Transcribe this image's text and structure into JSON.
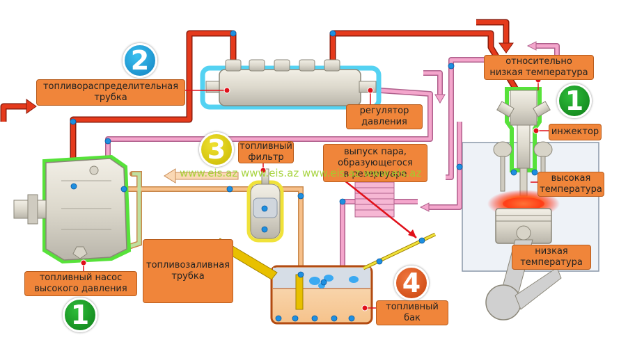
{
  "labels": {
    "rail": "топливораспределительная\nтрубка",
    "pressure_regulator": "регулятор\nдавления",
    "relatively_low_temp": "относительно\nнизкая температура",
    "injector": "инжектор",
    "fuel_filter": "топливный\nфильтр",
    "vapor_release": "выпуск пара,\nобразующегося\nв резервуаре",
    "high_temp": "высокая\nтемпература",
    "low_temp": "низкая\nтемпература",
    "filler_pipe": "топливозаливная\nтрубка",
    "hp_pump": "топливный насос\nвысокого давления",
    "fuel_tank": "топливный\nбак"
  },
  "badges": {
    "badge_1_top": "1",
    "badge_2": "2",
    "badge_3": "3",
    "badge_4": "4",
    "badge_1_bottom": "1"
  },
  "watermark": "www.eis.az www.eis.az www.eis.az www.eis.az",
  "colors": {
    "label_fill": "#f0853a",
    "high_pressure_line": "#e53a1c",
    "return_line": "#f4a6cc",
    "low_pressure_line": "#f7c08a",
    "connector_blue": "#1e8fe0",
    "highlight_green": "#57e23a",
    "highlight_blue": "#54d2f2",
    "highlight_yellow": "#f0e23a"
  }
}
